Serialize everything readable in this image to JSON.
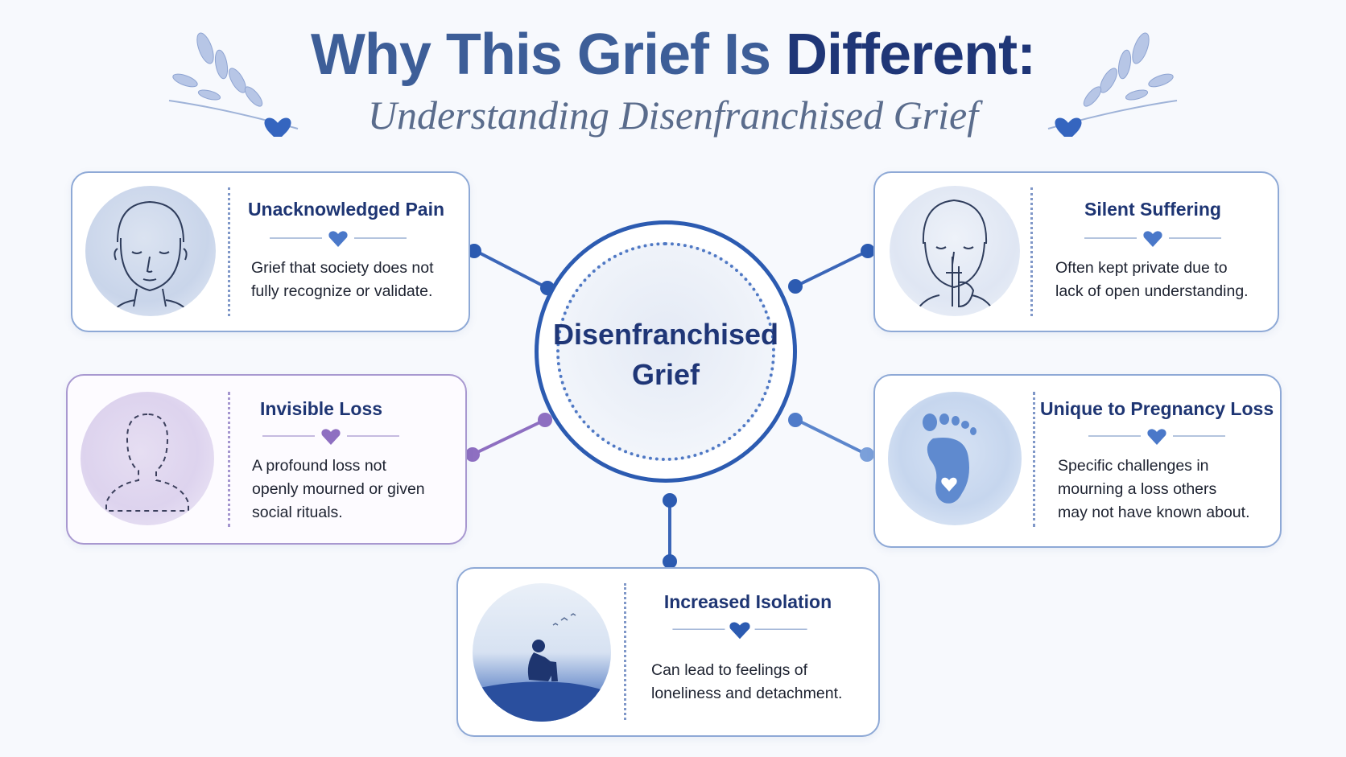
{
  "title": {
    "part1": "Why This Grief Is ",
    "part2": "Different:",
    "subtitle": "Understanding Disenfranchised Grief"
  },
  "center": {
    "line1": "Disenfranchised",
    "line2": "Grief"
  },
  "cards": [
    {
      "id": "unacknowledged-pain",
      "heading": "Unacknowledged Pain",
      "desc": [
        "Grief that society does not",
        "fully recognize or validate."
      ],
      "icon": "calm-face-icon",
      "heart_color": "#4a78c9"
    },
    {
      "id": "silent-suffering",
      "heading": "Silent Suffering",
      "desc": [
        "Often kept private due to",
        "lack of open understanding."
      ],
      "icon": "shush-face-icon",
      "heart_color": "#4a78c9"
    },
    {
      "id": "invisible-loss",
      "heading": "Invisible Loss",
      "desc": [
        "A profound loss not",
        "openly mourned or given",
        "social rituals."
      ],
      "icon": "dashed-person-silhouette-icon",
      "heart_color": "#8e6fc1"
    },
    {
      "id": "unique-to-pregnancy-loss",
      "heading": "Unique to Pregnancy Loss",
      "desc": [
        "Specific challenges in",
        "mourning a loss others",
        "may not have known about."
      ],
      "icon": "baby-footprint-icon",
      "heart_color": "#4a78c9"
    },
    {
      "id": "increased-isolation",
      "heading": "Increased Isolation",
      "desc": [
        "Can lead to feelings of",
        "loneliness and detachment."
      ],
      "icon": "lonely-seated-figure-icon",
      "heart_color": "#2c5bb1"
    }
  ],
  "colors": {
    "primary": "#2c5bb1",
    "accent_purple": "#8e6fc1",
    "heading": "#1f3677",
    "card_border": "#8ea9d6"
  }
}
